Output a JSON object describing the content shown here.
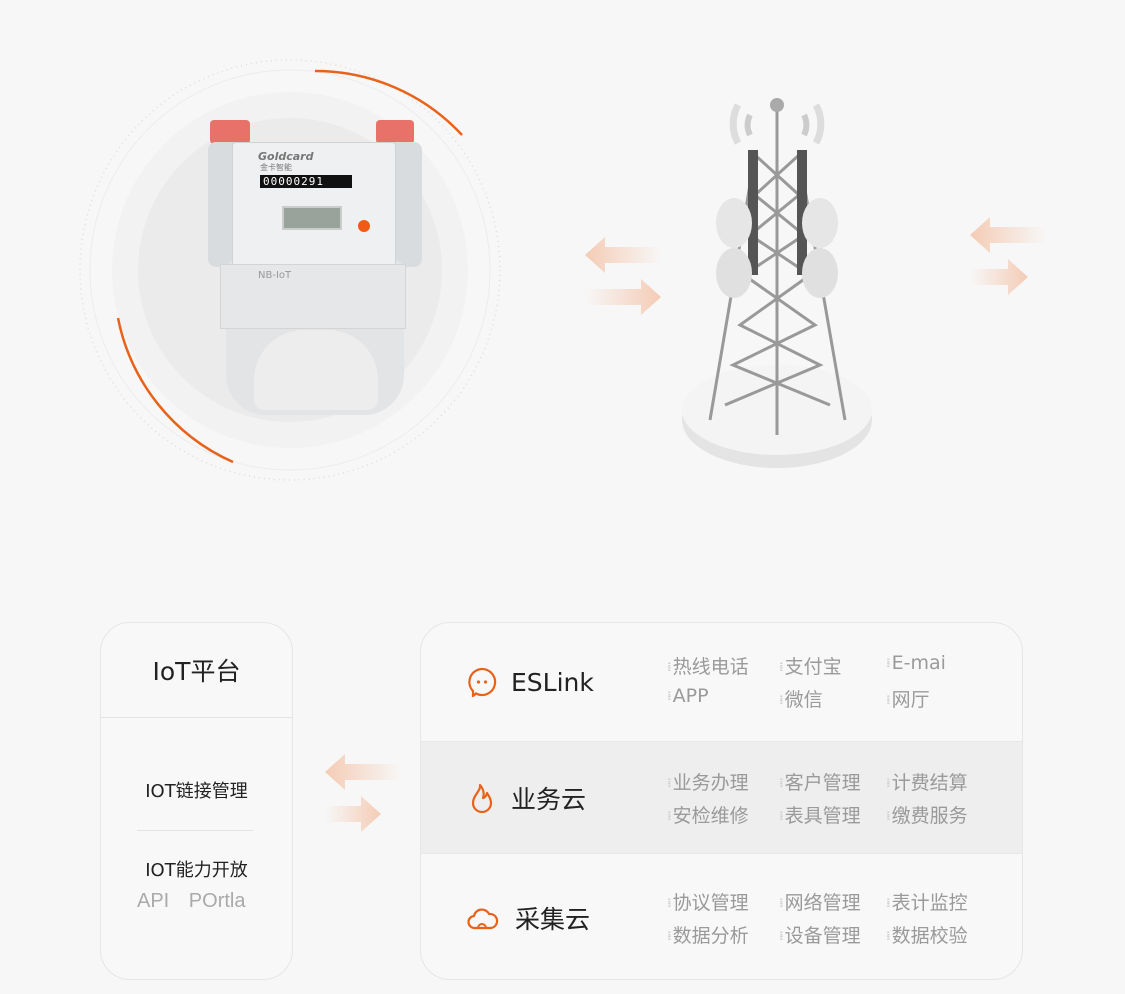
{
  "meter": {
    "brand": "Goldcard",
    "brand_cn": "金卡智能",
    "reading": "00000291",
    "label": "NB-IoT"
  },
  "iot_platform": {
    "title": "IoT平台",
    "link_mgmt": "IOT链接管理",
    "open_ability": "IOT能力开放",
    "api_portal": "API POrtla"
  },
  "clouds": [
    {
      "title": "ESLink",
      "icon": "chat-bubble-icon",
      "items": [
        "热线电话",
        "支付宝",
        "E-mai",
        "APP",
        "微信",
        "网厅"
      ]
    },
    {
      "title": "业务云",
      "icon": "flame-icon",
      "items": [
        "业务办理",
        "客户管理",
        "计费结算",
        "安检维修",
        "表具管理",
        "缴费服务"
      ]
    },
    {
      "title": "采集云",
      "icon": "cloud-icon",
      "items": [
        "协议管理",
        "网络管理",
        "表计监控",
        "数据分析",
        "设备管理",
        "数据校验"
      ]
    }
  ],
  "colors": {
    "accent": "#e8621a",
    "background": "#f7f7f7",
    "arrow": "#f5c7ad"
  }
}
